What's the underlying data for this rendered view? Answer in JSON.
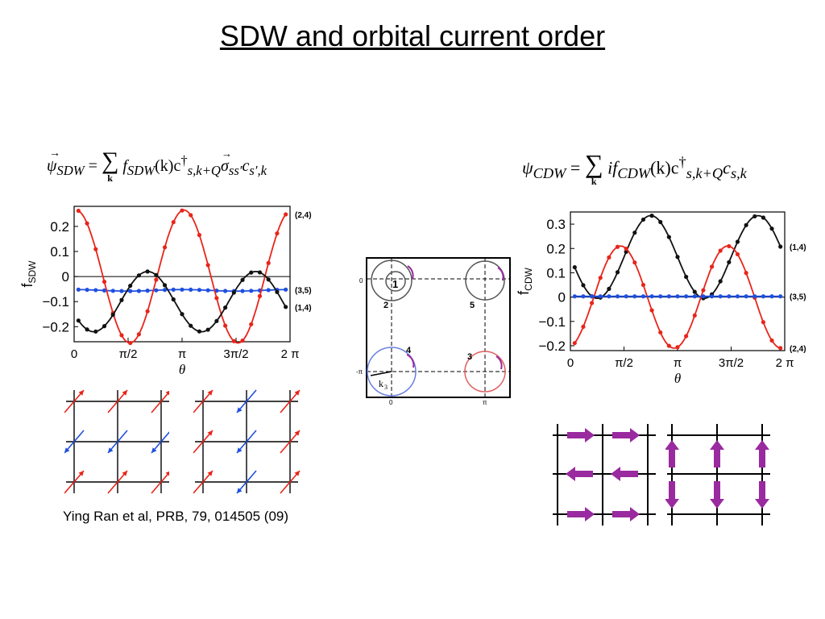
{
  "slide": {
    "title": "SDW and orbital current order"
  },
  "formulas": {
    "sdw": {
      "lhs": "ψ",
      "lhs_sub": "SDW",
      "eq": "=",
      "sum": "∑",
      "sum_sub": "k",
      "f": "f",
      "f_sub": "SDW",
      "arg": "(k)c",
      "c_sup": "†",
      "c_sub": "s,k+Q",
      "sigma": "σ",
      "sigma_sub": "ss′",
      "c2": "c",
      "c2_sub": "s′,k"
    },
    "cdw": {
      "lhs": "ψ",
      "lhs_sub": "CDW",
      "eq": "=",
      "sum": "∑",
      "sum_sub": "k",
      "f": "if",
      "f_sub": "CDW",
      "arg": "(k)c",
      "c_sup": "†",
      "c_sub": "s,k+Q",
      "c2": "c",
      "c2_sub": "s,k"
    }
  },
  "citation": "Ying Ran et al, PRB, 79, 014505 (09)",
  "chart_data": [
    {
      "type": "line",
      "ylabel": "f",
      "ylabel_sub": "SDW",
      "xlabel": "θ",
      "xlim": [
        0,
        6.2832
      ],
      "ylim": [
        -0.26,
        0.28
      ],
      "xticks": [
        0,
        1.5708,
        3.1416,
        4.7124,
        6.2832
      ],
      "xtick_labels": [
        "0",
        "π/2",
        "π",
        "3π/2",
        "2 π"
      ],
      "yticks": [
        0.2,
        0.1,
        0,
        -0.1,
        -0.2
      ],
      "ytick_labels": [
        "0.2",
        "0.1",
        "0",
        "−0.1",
        "−0.2"
      ],
      "series": [
        {
          "name": "(3,5)",
          "color": "#1f4fe0",
          "amp": 0.003,
          "freq": 2,
          "phase": 0,
          "offset": -0.055
        },
        {
          "name": "(2,4)",
          "color": "#e8251a",
          "amp": 0.265,
          "freq": 2,
          "phase": -0.11,
          "offset": 0
        },
        {
          "name": "(1,4)",
          "color": "#111111",
          "amp": 0.12,
          "freq": 2,
          "phase": 2.0,
          "offset": -0.1
        }
      ]
    },
    {
      "type": "line",
      "ylabel": "f",
      "ylabel_sub": "CDW",
      "xlabel": "θ",
      "xlim": [
        0,
        6.2832
      ],
      "ylim": [
        -0.22,
        0.35
      ],
      "xticks": [
        0,
        1.5708,
        3.1416,
        4.7124,
        6.2832
      ],
      "xtick_labels": [
        "0",
        "π/2",
        "π",
        "3π/2",
        "2 π"
      ],
      "yticks": [
        0.3,
        0.2,
        0.1,
        0,
        -0.1,
        -0.2
      ],
      "ytick_labels": [
        "0.3",
        "0.2",
        "0.1",
        "0",
        "−0.1",
        "−0.2"
      ],
      "series": [
        {
          "name": "(1,4)",
          "color": "#111111",
          "amp": 0.17,
          "freq": 2,
          "phase": 1.57,
          "offset": 0.165
        },
        {
          "name": "(2,4)",
          "color": "#e8251a",
          "amp": 0.21,
          "freq": 2,
          "phase": 3.34,
          "offset": 0
        },
        {
          "name": "(3,5)",
          "color": "#1f4fe0",
          "amp": 0.0,
          "freq": 2,
          "phase": 0,
          "offset": 0.003
        }
      ]
    }
  ],
  "brillouin": {
    "labels": [
      "1",
      "2",
      "5",
      "4",
      "3"
    ],
    "k_label": "k",
    "k_sub": "3",
    "axis_zero_left": "0",
    "axis_pi_left": "-π",
    "axis_zero_bottom": "0",
    "axis_pi_bottom": "π"
  },
  "lattices": {
    "sdw_colors": {
      "up": "#e8251a",
      "down": "#1f4fe0"
    },
    "cdw_color": "#9a2aa0"
  }
}
